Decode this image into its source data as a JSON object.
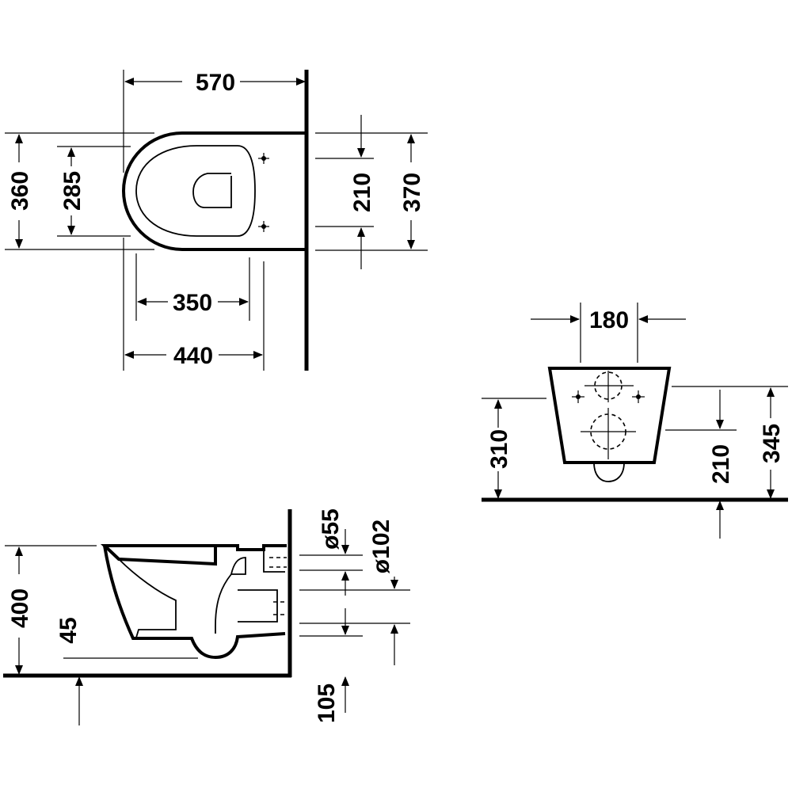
{
  "drawing": {
    "top_view": {
      "dim_570": "570",
      "dim_360": "360",
      "dim_285": "285",
      "dim_210": "210",
      "dim_370": "370",
      "dim_350": "350",
      "dim_440": "440"
    },
    "front_view": {
      "dim_180": "180",
      "dim_310": "310",
      "dim_210": "210",
      "dim_345": "345"
    },
    "side_view": {
      "dim_400": "400",
      "dim_45": "45",
      "dim_d55": "ø55",
      "dim_d102": "ø102",
      "dim_105": "105"
    }
  }
}
